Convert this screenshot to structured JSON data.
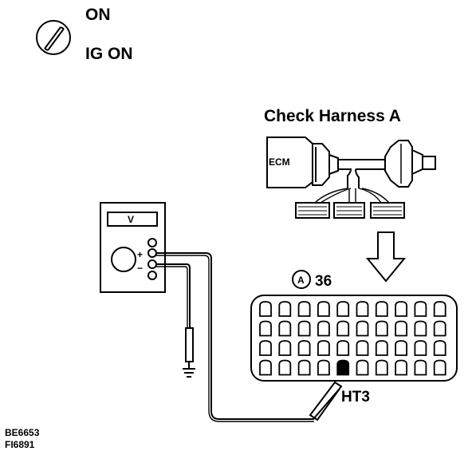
{
  "switch": {
    "icon": "ignition-key-icon",
    "label_top": "ON",
    "label_bottom": "IG ON"
  },
  "harness": {
    "title": "Check Harness A",
    "ecm_label": "ECM"
  },
  "meter": {
    "display": "V",
    "plus": "+",
    "minus": "−"
  },
  "connector": {
    "marker": "A",
    "number": "36",
    "terminal": "HT3"
  },
  "codes": [
    "BE6653",
    "FI6891"
  ]
}
